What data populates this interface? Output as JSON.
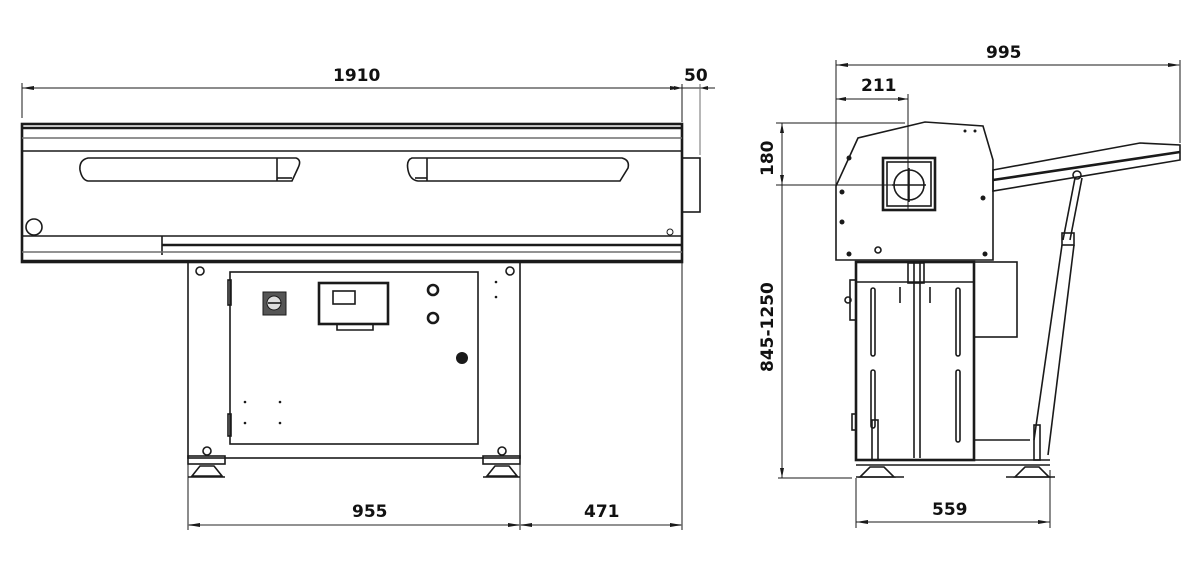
{
  "drawing": {
    "type": "technical-dimension-drawing",
    "views": [
      {
        "name": "front-view",
        "dimensions": {
          "overall_length": "1910",
          "end_offset": "50",
          "base_width": "955",
          "overhang": "471"
        }
      },
      {
        "name": "side-view",
        "dimensions": {
          "overall_depth": "995",
          "axis_offset": "211",
          "axis_height_offset": "180",
          "height_range": "845-1250",
          "base_depth": "559"
        }
      }
    ]
  },
  "labels": {
    "d1910": "1910",
    "d50": "50",
    "d955": "955",
    "d471": "471",
    "d995": "995",
    "d211": "211",
    "d180": "180",
    "d845_1250": "845-1250",
    "d559": "559"
  },
  "colors": {
    "line": "#1a1a1a",
    "background": "#ffffff"
  }
}
